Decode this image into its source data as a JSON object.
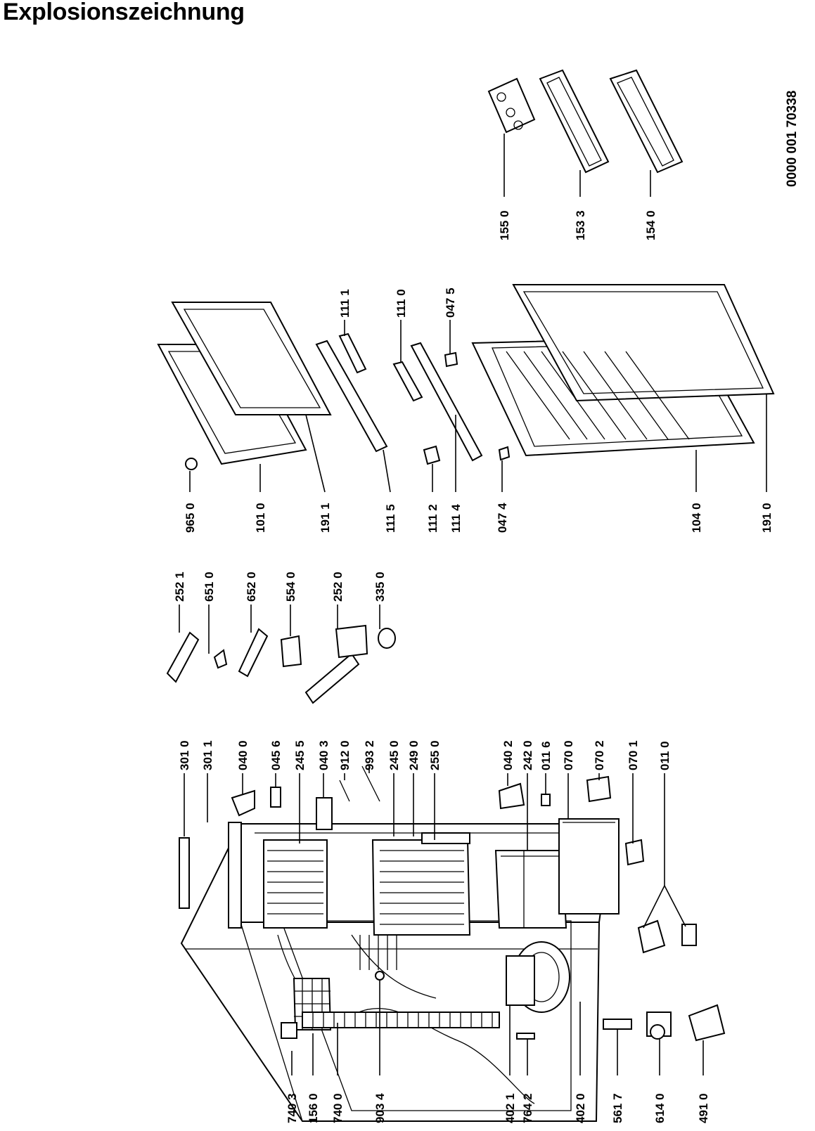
{
  "title": "Explosionszeichnung",
  "document_number": "0000 001 70338",
  "labels": [
    {
      "id": "p7403",
      "text": "740 3"
    },
    {
      "id": "p1560",
      "text": "156 0"
    },
    {
      "id": "p7400",
      "text": "740 0"
    },
    {
      "id": "p9034",
      "text": "903 4"
    },
    {
      "id": "p4021",
      "text": "402 1"
    },
    {
      "id": "p7642",
      "text": "764 2"
    },
    {
      "id": "p4020",
      "text": "402 0"
    },
    {
      "id": "p5617",
      "text": "561 7"
    },
    {
      "id": "p6140",
      "text": "614 0"
    },
    {
      "id": "p4910",
      "text": "491 0"
    },
    {
      "id": "p3010",
      "text": "301 0"
    },
    {
      "id": "p3011",
      "text": "301 1"
    },
    {
      "id": "p0400",
      "text": "040 0"
    },
    {
      "id": "p0456",
      "text": "045 6"
    },
    {
      "id": "p2455",
      "text": "245 5"
    },
    {
      "id": "p0403",
      "text": "040 3"
    },
    {
      "id": "p9120",
      "text": "912 0"
    },
    {
      "id": "p9932",
      "text": "993 2"
    },
    {
      "id": "p2450",
      "text": "245 0"
    },
    {
      "id": "p2490",
      "text": "249 0"
    },
    {
      "id": "p2550",
      "text": "255 0"
    },
    {
      "id": "p0402",
      "text": "040 2"
    },
    {
      "id": "p2420",
      "text": "242 0"
    },
    {
      "id": "p0116",
      "text": "011 6"
    },
    {
      "id": "p0700",
      "text": "070 0"
    },
    {
      "id": "p0702",
      "text": "070 2"
    },
    {
      "id": "p0701",
      "text": "070 1"
    },
    {
      "id": "p0110",
      "text": "011 0"
    },
    {
      "id": "p2521",
      "text": "252 1"
    },
    {
      "id": "p6510",
      "text": "651 0"
    },
    {
      "id": "p6520",
      "text": "652 0"
    },
    {
      "id": "p5540",
      "text": "554 0"
    },
    {
      "id": "p2520",
      "text": "252 0"
    },
    {
      "id": "p3350",
      "text": "335 0"
    },
    {
      "id": "p9650",
      "text": "965 0"
    },
    {
      "id": "p1010",
      "text": "101 0"
    },
    {
      "id": "p1911",
      "text": "191 1"
    },
    {
      "id": "p1115",
      "text": "111 5"
    },
    {
      "id": "p1112",
      "text": "111 2"
    },
    {
      "id": "p1114",
      "text": "111 4"
    },
    {
      "id": "p0474",
      "text": "047 4"
    },
    {
      "id": "p1040",
      "text": "104 0"
    },
    {
      "id": "p1910",
      "text": "191 0"
    },
    {
      "id": "p1111",
      "text": "111 1"
    },
    {
      "id": "p1110",
      "text": "111 0"
    },
    {
      "id": "p0475",
      "text": "047 5"
    },
    {
      "id": "p1550",
      "text": "155 0"
    },
    {
      "id": "p1533",
      "text": "153 3"
    },
    {
      "id": "p1540",
      "text": "154 0"
    }
  ]
}
